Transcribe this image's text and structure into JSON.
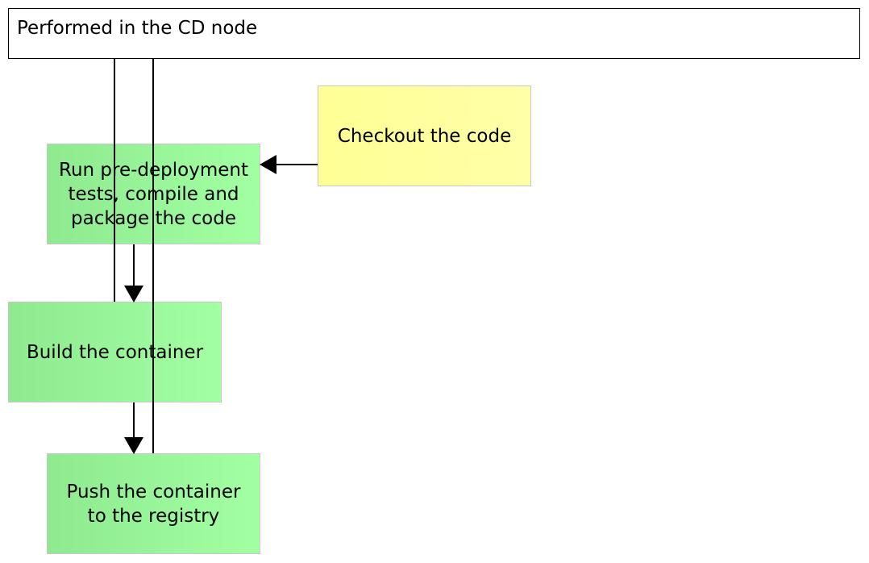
{
  "note": {
    "text": "Performed in the CD node"
  },
  "nodes": {
    "checkout": "Checkout the code",
    "pretest": "Run pre-deployment\ntests, compile and\npackage the code",
    "build": "Build the container",
    "push": "Push the container\nto the registry"
  },
  "colors": {
    "step_green": "#8fea8f",
    "source_yellow": "#ffff95",
    "line": "#000000"
  }
}
